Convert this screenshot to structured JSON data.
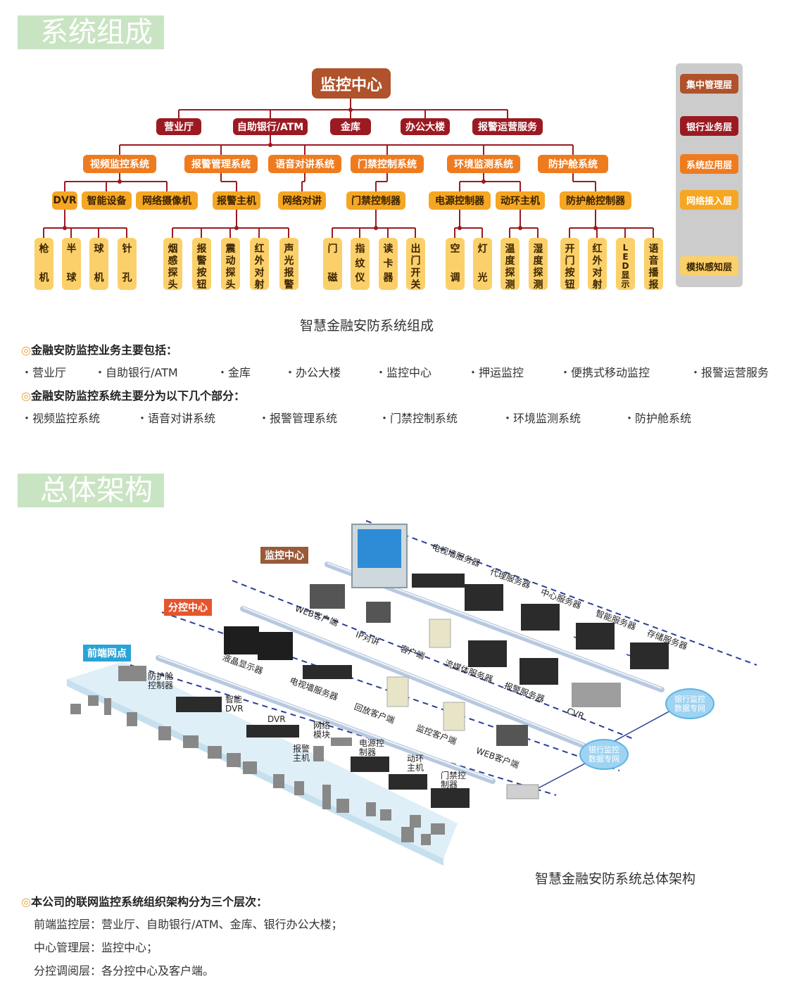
{
  "sections": {
    "composition_title": "系统组成",
    "architecture_title": "总体架构"
  },
  "tree": {
    "root": "监控中心",
    "level1": [
      "营业厅",
      "自助银行/ATM",
      "金库",
      "办公大楼",
      "报警运营服务"
    ],
    "level2": [
      "视频监控系统",
      "报警管理系统",
      "语音对讲系统",
      "门禁控制系统",
      "环境监测系统",
      "防护舱系统"
    ],
    "level3": [
      "DVR",
      "智能设备",
      "网络摄像机",
      "报警主机",
      "网络对讲",
      "门禁控制器",
      "电源控制器",
      "动环主机",
      "防护舱控制器"
    ],
    "leaves": [
      [
        "枪",
        "机"
      ],
      [
        "半",
        "球"
      ],
      [
        "球",
        "机"
      ],
      [
        "针",
        "孔"
      ],
      [
        "烟",
        "感",
        "探",
        "头"
      ],
      [
        "报",
        "警",
        "按",
        "钮"
      ],
      [
        "震",
        "动",
        "探",
        "头"
      ],
      [
        "红",
        "外",
        "对",
        "射"
      ],
      [
        "声",
        "光",
        "报",
        "警"
      ],
      [
        "门",
        "磁"
      ],
      [
        "指",
        "纹",
        "仪"
      ],
      [
        "读",
        "卡",
        "器"
      ],
      [
        "出",
        "门",
        "开",
        "关"
      ],
      [
        "空",
        "调"
      ],
      [
        "灯",
        "光"
      ],
      [
        "温",
        "度",
        "探",
        "测"
      ],
      [
        "湿",
        "度",
        "探",
        "测"
      ],
      [
        "开",
        "门",
        "按",
        "钮"
      ],
      [
        "红",
        "外",
        "对",
        "射"
      ],
      [
        "L",
        "E",
        "D",
        "显",
        "示"
      ],
      [
        "语",
        "音",
        "播",
        "报"
      ]
    ],
    "layers": [
      "集中管理层",
      "银行业务层",
      "系统应用层",
      "网络接入层",
      "模拟感知层"
    ],
    "caption": "智慧金融安防系统组成"
  },
  "business": {
    "heading": "金融安防监控业务主要包括：",
    "items": [
      "营业厅",
      "自助银行/ATM",
      "金库",
      "办公大楼",
      "监控中心",
      "押运监控",
      "便携式移动监控",
      "报警运营服务"
    ]
  },
  "systems": {
    "heading": "金融安防监控系统主要分为以下几个部分：",
    "items": [
      "视频监控系统",
      "语音对讲系统",
      "报警管理系统",
      "门禁控制系统",
      "环境监测系统",
      "防护舱系统"
    ]
  },
  "architecture": {
    "tags": [
      "监控中心",
      "分控中心",
      "前端网点"
    ],
    "labels": [
      "电视墙服务器",
      "代理服务器",
      "中心服务器",
      "智能服务器",
      "存储服务器",
      "WEB客户端",
      "IP对讲",
      "客户端",
      "流媒体服务器",
      "报警服务器",
      "CVR",
      "液晶显示器",
      "电视墙服务器",
      "回放客户端",
      "监控客户端",
      "WEB客户端",
      "防护舱控制器",
      "智能DVR",
      "DVR",
      "网络模块",
      "报警主机",
      "电源控制器",
      "动环主机",
      "门禁控制器"
    ],
    "clouds": [
      "银行监控数据专网",
      "银行监控数据专网"
    ],
    "caption": "智慧金融安防系统总体架构"
  },
  "org": {
    "heading": "本公司的联网监控系统组织架构分为三个层次：",
    "lines": [
      "前端监控层：营业厅、自助银行/ATM、金库、银行办公大楼；",
      "中心管理层：监控中心；",
      "分控调阅层：各分控中心及客户端。"
    ]
  },
  "colors": {
    "root": "#b0522b",
    "level1": "#9b1a22",
    "level2": "#ef7b1f",
    "level3": "#f5a623",
    "leaf": "#fbd06a",
    "panel": "#cccccc",
    "section_bg": "#c9e4c3"
  }
}
